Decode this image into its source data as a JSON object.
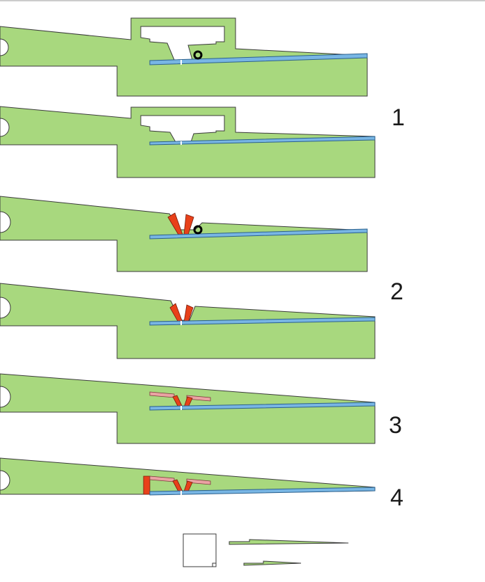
{
  "colors": {
    "body": "#a8d87e",
    "strip": "#78b6e4",
    "bent_tab": "#e8411a",
    "flap": "#eaa3a3"
  },
  "steps": [
    {
      "label": "1"
    },
    {
      "label": "2"
    },
    {
      "label": "3"
    },
    {
      "label": "4"
    }
  ]
}
